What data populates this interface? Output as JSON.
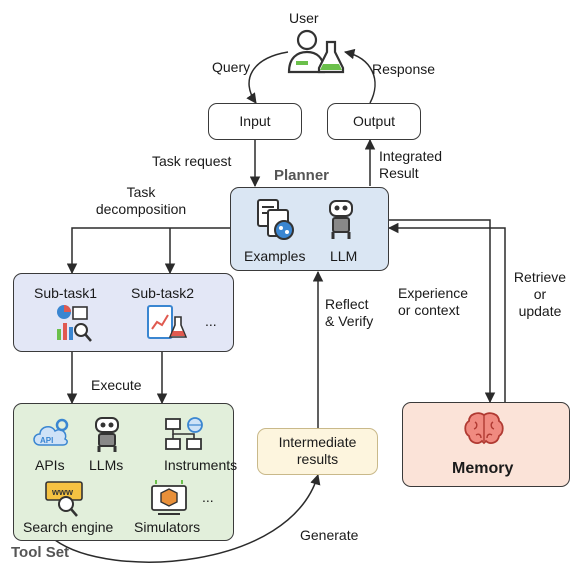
{
  "user": {
    "label": "User"
  },
  "edges": {
    "query": "Query",
    "response": "Response",
    "task_request": "Task request",
    "integrated_result": "Integrated\nResult",
    "task_decomposition": "Task\ndecomposition",
    "reflect_verify": "Reflect\n& Verify",
    "experience_context": "Experience\nor context",
    "retrieve_update": "Retrieve\nor\nupdate",
    "execute": "Execute",
    "generate": "Generate"
  },
  "input": {
    "label": "Input"
  },
  "output": {
    "label": "Output"
  },
  "planner": {
    "title": "Planner",
    "examples": "Examples",
    "llm": "LLM"
  },
  "subtasks": {
    "task1": "Sub-task1",
    "task2": "Sub-task2",
    "more": "..."
  },
  "intermediate": {
    "label": "Intermediate\nresults"
  },
  "memory": {
    "label": "Memory"
  },
  "toolset": {
    "title": "Tool Set",
    "apis": "APIs",
    "llms": "LLMs",
    "instruments": "Instruments",
    "search_engine": "Search engine",
    "simulators": "Simulators",
    "more": "...",
    "api_badge": "API",
    "www_badge": "www"
  },
  "colors": {
    "planner_bg": "#dae6f3",
    "subtask_bg": "#e3e7f6",
    "tool_bg": "#e2efdb",
    "intermediate_bg": "#fdf5de",
    "memory_bg": "#fbe3d8",
    "brain": "#e05a50",
    "accent_green": "#6bc04b",
    "accent_blue": "#3a86d1"
  }
}
